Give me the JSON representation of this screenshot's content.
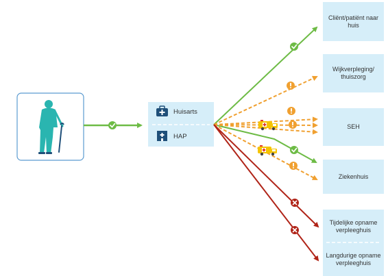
{
  "care_box": {
    "huisarts_label": "Huisarts",
    "hap_label": "HAP"
  },
  "destinations": {
    "home": "Cliënt/patiënt naar huis",
    "wijk": "Wijkverpleging/ thuiszorg",
    "seh": "SEH",
    "zh": "Ziekenhuis",
    "tijdelijk": "Tijdelijke opname verpleeghuis",
    "langdurig": "Langdurige opname verpleeghuis"
  },
  "status_icons": {
    "ok": "check-icon",
    "warning": "exclamation-icon",
    "bad": "cross-icon"
  },
  "colors": {
    "ok": "#6dbb45",
    "warning": "#f0a030",
    "bad": "#b02418",
    "box_fill": "#d6eef9",
    "person": "#2ab5b0",
    "dark_icon": "#1f4f79",
    "ambulance": "#f5c400"
  }
}
